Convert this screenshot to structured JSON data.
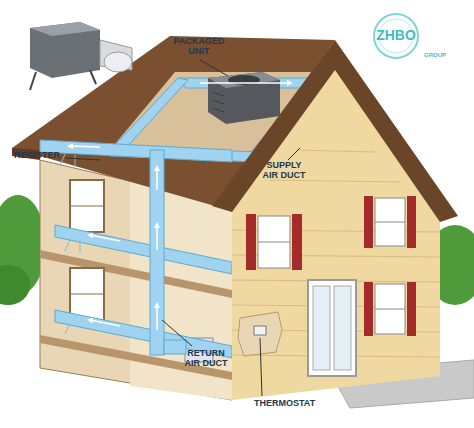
{
  "diagram": {
    "labels": [
      "PACKAGED UNIT",
      "SUPPLY AIR DUCT",
      "REGISTER",
      "RETURN AIR DUCT",
      "THERMOSTAT",
      "ZHBO",
      "GROUP"
    ]
  }
}
